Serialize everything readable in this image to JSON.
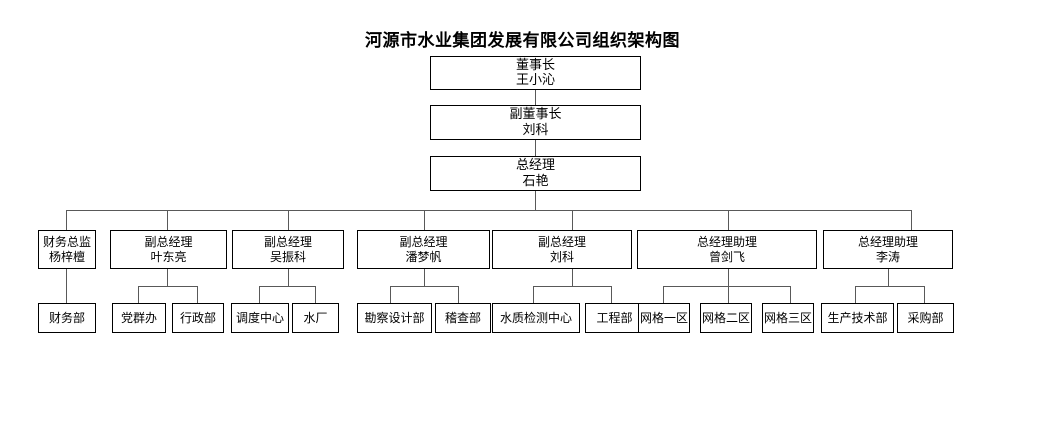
{
  "chart": {
    "title": "河源市水业集团发展有限公司组织架构图",
    "type": "org-chart",
    "line_color": "#595959",
    "border_color": "#000000",
    "background": "#ffffff"
  },
  "executives": [
    {
      "title": "董事长",
      "name": "王小沁"
    },
    {
      "title": "副董事长",
      "name": "刘科"
    },
    {
      "title": "总经理",
      "name": "石艳"
    }
  ],
  "managers": [
    {
      "title": "财务总监",
      "name": "杨梓檀"
    },
    {
      "title": "副总经理",
      "name": "叶东亮"
    },
    {
      "title": "副总经理",
      "name": "吴振科"
    },
    {
      "title": "副总经理",
      "name": "潘梦帆"
    },
    {
      "title": "副总经理",
      "name": "刘科"
    },
    {
      "title": "总经理助理",
      "name": "曾剑飞"
    },
    {
      "title": "总经理助理",
      "name": "李涛"
    }
  ],
  "departments": [
    {
      "label": "财务部"
    },
    {
      "label": "党群办"
    },
    {
      "label": "行政部"
    },
    {
      "label": "调度中心"
    },
    {
      "label": "水厂"
    },
    {
      "label": "勘察设计部"
    },
    {
      "label": "稽查部"
    },
    {
      "label": "水质检测中心"
    },
    {
      "label": "工程部"
    },
    {
      "label": "网格一区"
    },
    {
      "label": "网格二区"
    },
    {
      "label": "网格三区"
    },
    {
      "label": "生产技术部"
    },
    {
      "label": "采购部"
    }
  ]
}
